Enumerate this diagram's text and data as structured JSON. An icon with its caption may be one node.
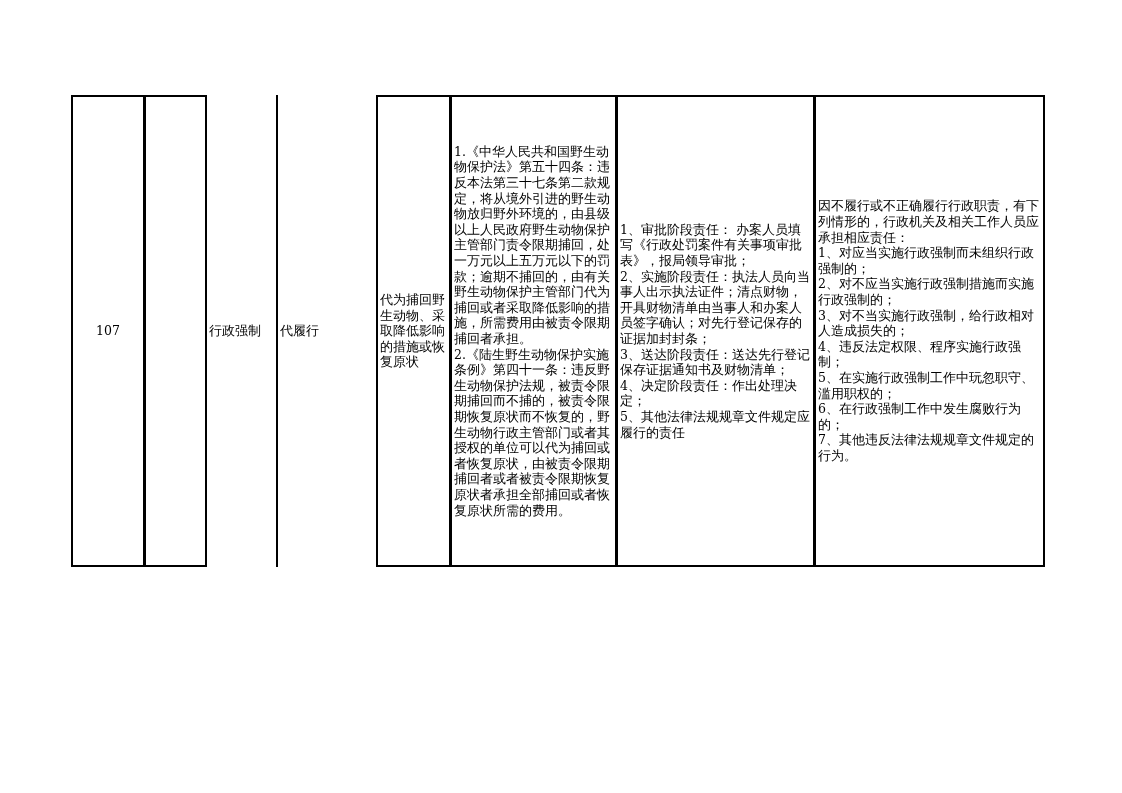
{
  "diagram": {
    "labels": [
      "107",
      "行政强制",
      "代履行",
      "代为捕回野生动物、采取降低影响的措施或恢复原状",
      "1.《中华人民共和国野生动物保护法》第五十四条：违反本法第三十七条第二款规定，将从境外引进的野生动物放归野外环境的，由县级以上人民政府野生动物保护主管部门责令限期捕回，处一万元以上五万元以下的罚款；逾期不捕回的，由有关野生动物保护主管部门代为捕回或者采取降低影响的措施，所需费用由被责令限期捕回者承担。",
      "2.《陆生野生动物保护实施条例》第四十一条：违反野生动物保护法规，被责令限期捕回而不捕的，被责令限期恢复原状而不恢复的，野生动物行政主管部门或者其授权的单位可以代为捕回或者恢复原状，由被责令限期捕回者或者被责令限期恢复原状者承担全部捕回或者恢复原状所需的费用。",
      "1、审批阶段责任： 办案人员填写《行政处罚案件有关事项审批表》，报局领导审批；",
      "2、实施阶段责任：执法人员向当事人出示执法证件；清点财物，开具财物清单由当事人和办案人员签字确认；对先行登记保存的证据加封封条；",
      "3、送达阶段责任：送达先行登记保存证据通知书及财物清单；",
      "4、决定阶段责任：作出处理决定；",
      "5、其他法律法规规章文件规定应履行的责任",
      "因不履行或不正确履行行政职责，有下列情形的，行政机关及相关工作人员应承担相应责任：",
      "1、对应当实施行政强制而未组织行政强制的；",
      "2、对不应当实施行政强制措施而实施行政强制的；",
      "3、对不当实施行政强制，给行政相对人造成损失的；",
      "4、违反法定权限、程序实施行政强制；",
      "5、在实施行政强制工作中玩忽职守、滥用职权的；",
      "6、在行政强制工作中发生腐败行为的；",
      "7、其他违反法律法规规章文件规定的行为。"
    ]
  }
}
